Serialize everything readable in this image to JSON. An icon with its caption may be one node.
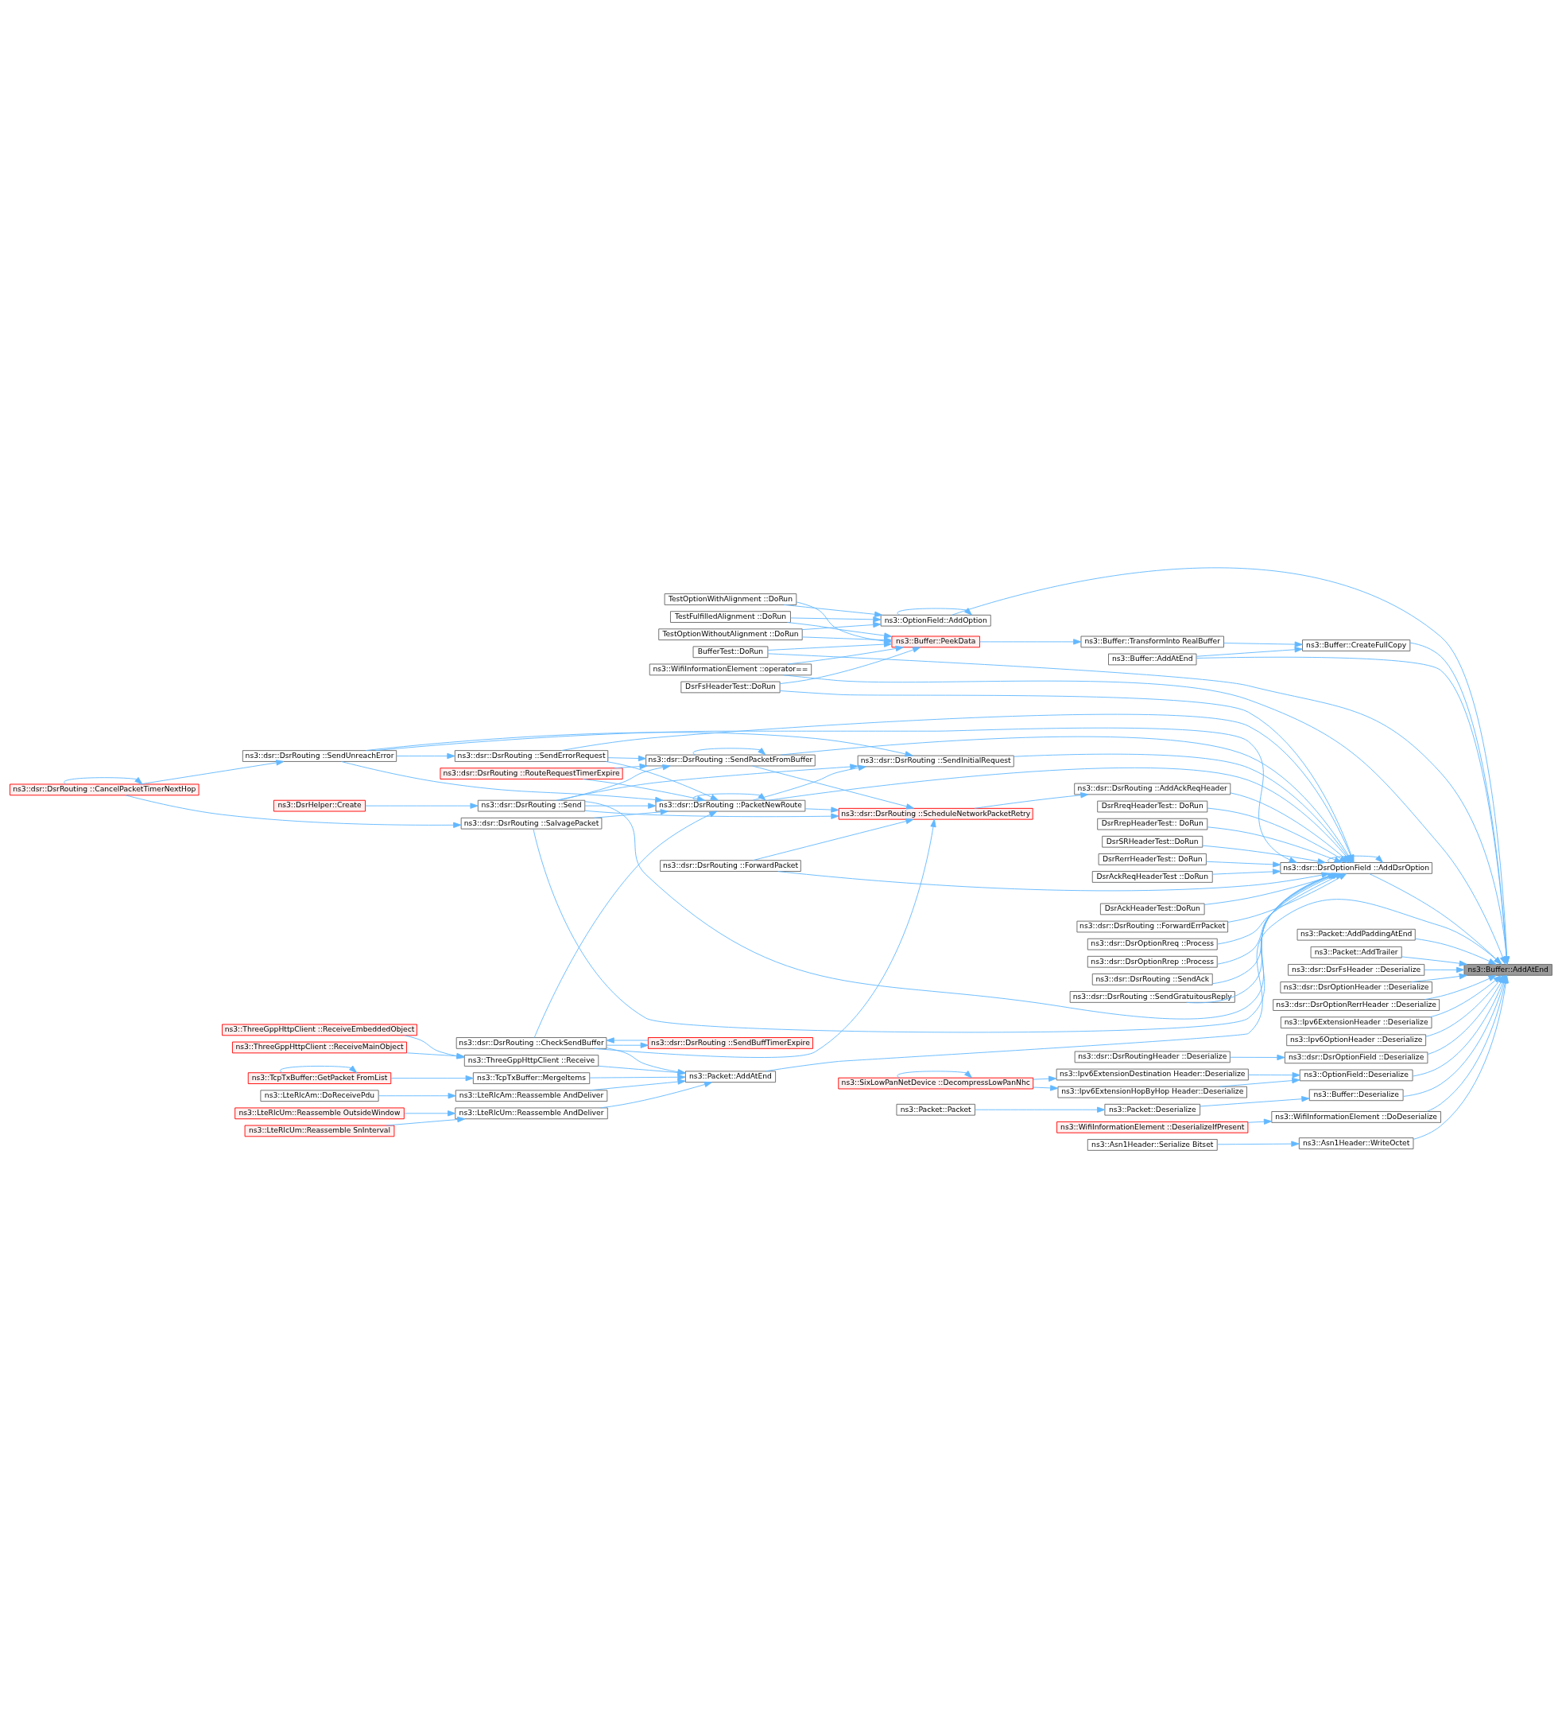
{
  "diagram": {
    "nodes": [
      {
        "text": [
          "ns3::Buffer::AddAtEnd"
        ]
      },
      {
        "text": [
          "ns3::OptionField::AddOption"
        ]
      },
      {
        "text": [
          "TestFulfilledAlignment ::DoRun"
        ]
      },
      {
        "text": [
          "TestOptionWithoutAlignment ::DoRun"
        ]
      },
      {
        "text": [
          "TestOptionWithAlignment ::DoRun"
        ]
      },
      {
        "text": [
          "ns3::Buffer::PeekData"
        ]
      },
      {
        "text": [
          "BufferTest::DoRun"
        ]
      },
      {
        "text": [
          "ns3::WifiInformationElement ::operator=="
        ]
      },
      {
        "text": [
          "DsrFsHeaderTest::DoRun"
        ]
      },
      {
        "text": [
          "ns3::Buffer::AddAtEnd"
        ]
      },
      {
        "text": [
          "ns3::Buffer::TransformInto RealBuffer"
        ]
      },
      {
        "text": [
          "ns3::Buffer::CreateFullCopy"
        ]
      },
      {
        "text": [
          "ns3::dsr::DsrOptionField ::AddDsrOption"
        ]
      },
      {
        "text": [
          "DsrAckHeaderTest::DoRun"
        ]
      },
      {
        "text": [
          "ns3::dsr::DsrRouting ::ForwardErrPacket"
        ]
      },
      {
        "text": [
          "ns3::dsr::DsrOptionRreq ::Process"
        ]
      },
      {
        "text": [
          "ns3::dsr::DsrOptionRrep ::Process"
        ]
      },
      {
        "text": [
          "ns3::dsr::DsrRouting ::SendAck"
        ]
      },
      {
        "text": [
          "ns3::dsr::DsrRouting ::SendGratuitousReply"
        ]
      },
      {
        "text": [
          "ns3::dsr::DsrRouting ::CancelPacketTimerNextHop"
        ]
      },
      {
        "text": [
          "ns3::dsr::DsrRouting ::SendUnreachError"
        ]
      },
      {
        "text": [
          "ns3::dsr::DsrRouting ::SendErrorRequest"
        ]
      },
      {
        "text": [
          "ns3::dsr::DsrRouting ::RouteRequestTimerExpire"
        ]
      },
      {
        "text": [
          "ns3::dsr::DsrRouting ::SendPacketFromBuffer"
        ]
      },
      {
        "text": [
          "ns3::dsr::DsrRouting ::PacketNewRoute"
        ]
      },
      {
        "text": [
          "ns3::DsrHelper::Create"
        ]
      },
      {
        "text": [
          "ns3::dsr::DsrRouting ::Send"
        ]
      },
      {
        "text": [
          "ns3::dsr::DsrRouting ::SendInitialRequest"
        ]
      },
      {
        "text": [
          "ns3::dsr::DsrRouting ::SalvagePacket"
        ]
      },
      {
        "text": [
          "ns3::dsr::DsrRouting ::ScheduleNetworkPacketRetry"
        ]
      },
      {
        "text": [
          "ns3::dsr::DsrRouting ::AddAckReqHeader"
        ]
      },
      {
        "text": [
          "ns3::dsr::DsrRouting ::SendBuffTimerExpire"
        ]
      },
      {
        "text": [
          "ns3::dsr::DsrRouting ::CheckSendBuffer"
        ]
      },
      {
        "text": [
          "ns3::dsr::DsrRouting ::ForwardPacket"
        ]
      },
      {
        "text": [
          "DsrRreqHeaderTest:: DoRun"
        ]
      },
      {
        "text": [
          "DsrRrepHeaderTest:: DoRun"
        ]
      },
      {
        "text": [
          "DsrSRHeaderTest::DoRun"
        ]
      },
      {
        "text": [
          "DsrRerrHeaderTest:: DoRun"
        ]
      },
      {
        "text": [
          "DsrAckReqHeaderTest ::DoRun"
        ]
      },
      {
        "text": [
          "ns3::Packet::AddAtEnd"
        ]
      },
      {
        "text": [
          "ns3::Packet::AddPaddingAtEnd"
        ]
      },
      {
        "text": [
          "ns3::Packet::AddTrailer"
        ]
      },
      {
        "text": [
          "ns3::dsr::DsrFsHeader ::Deserialize"
        ]
      },
      {
        "text": [
          "ns3::dsr::DsrOptionHeader ::Deserialize"
        ]
      },
      {
        "text": [
          "ns3::dsr::DsrOptionRerrHeader ::Deserialize"
        ]
      },
      {
        "text": [
          "ns3::Ipv6ExtensionHeader ::Deserialize"
        ]
      },
      {
        "text": [
          "ns3::Ipv6OptionHeader ::Deserialize"
        ]
      },
      {
        "text": [
          "ns3::dsr::DsrRoutingHeader ::Deserialize"
        ]
      },
      {
        "text": [
          "ns3::dsr::DsrOptionField ::Deserialize"
        ]
      },
      {
        "text": [
          "ns3::ThreeGppHttpClient ::ReceiveMainObject"
        ]
      },
      {
        "text": [
          "ns3::ThreeGppHttpClient ::ReceiveEmbeddedObject"
        ]
      },
      {
        "text": [
          "ns3::ThreeGppHttpClient ::Receive"
        ]
      },
      {
        "text": [
          "ns3::TcpTxBuffer::GetPacket FromList"
        ]
      },
      {
        "text": [
          "ns3::TcpTxBuffer::MergeItems"
        ]
      },
      {
        "text": [
          "ns3::LteRlcAm::DoReceivePdu"
        ]
      },
      {
        "text": [
          "ns3::LteRlcAm::Reassemble AndDeliver"
        ]
      },
      {
        "text": [
          "ns3::LteRlcUm::Reassemble SnInterval"
        ]
      },
      {
        "text": [
          "ns3::LteRlcUm::Reassemble OutsideWindow"
        ]
      },
      {
        "text": [
          "ns3::LteRlcUm::Reassemble AndDeliver"
        ]
      },
      {
        "text": [
          "ns3::SixLowPanNetDevice ::DecompressLowPanNhc"
        ]
      },
      {
        "text": [
          "ns3::Ipv6ExtensionHopByHop Header::Deserialize"
        ]
      },
      {
        "text": [
          "ns3::Ipv6ExtensionDestination Header::Deserialize"
        ]
      },
      {
        "text": [
          "ns3::OptionField::Deserialize"
        ]
      },
      {
        "text": [
          "ns3::Packet::Packet"
        ]
      },
      {
        "text": [
          "ns3::Packet::Deserialize"
        ]
      },
      {
        "text": [
          "ns3::Buffer::Deserialize"
        ]
      },
      {
        "text": [
          "ns3::WifiInformationElement ::DeserializeIfPresent"
        ]
      },
      {
        "text": [
          "ns3::WifiInformationElement ::DoDeserialize"
        ]
      },
      {
        "text": [
          "ns3::Asn1Header::Serialize Bitset"
        ]
      },
      {
        "text": [
          "ns3::Asn1Header::WriteOctet"
        ]
      }
    ],
    "edges": [
      {
        "from": 1,
        "to": 0,
        "arrow": "to"
      },
      {
        "from": 9,
        "to": 0,
        "arrow": "to"
      },
      {
        "from": 11,
        "to": 0,
        "arrow": "to"
      },
      {
        "from": 6,
        "to": 0,
        "arrow": "to"
      },
      {
        "from": 7,
        "to": 0,
        "arrow": "to"
      },
      {
        "from": 12,
        "to": 0,
        "arrow": "to"
      },
      {
        "from": 39,
        "to": 0,
        "arrow": "to"
      },
      {
        "from": 40,
        "to": 0,
        "arrow": "to"
      },
      {
        "from": 41,
        "to": 0,
        "arrow": "to"
      },
      {
        "from": 42,
        "to": 0,
        "arrow": "to"
      },
      {
        "from": 43,
        "to": 0,
        "arrow": "to"
      },
      {
        "from": 44,
        "to": 0,
        "arrow": "to"
      },
      {
        "from": 45,
        "to": 0,
        "arrow": "to"
      },
      {
        "from": 46,
        "to": 0,
        "arrow": "to"
      },
      {
        "from": 48,
        "to": 0,
        "arrow": "to"
      },
      {
        "from": 62,
        "to": 0,
        "arrow": "to"
      },
      {
        "from": 65,
        "to": 0,
        "arrow": "to"
      },
      {
        "from": 67,
        "to": 0,
        "arrow": "to"
      },
      {
        "from": 69,
        "to": 0,
        "arrow": "to"
      },
      {
        "from": 1,
        "to": 1,
        "arrow": "to"
      },
      {
        "from": 2,
        "to": 1,
        "arrow": "to"
      },
      {
        "from": 3,
        "to": 1,
        "arrow": "to"
      },
      {
        "from": 4,
        "to": 1,
        "arrow": "to"
      },
      {
        "from": 2,
        "to": 5,
        "arrow": "to"
      },
      {
        "from": 3,
        "to": 5,
        "arrow": "to"
      },
      {
        "from": 4,
        "to": 5,
        "arrow": "to"
      },
      {
        "from": 6,
        "to": 5,
        "arrow": "to"
      },
      {
        "from": 7,
        "to": 5,
        "arrow": "to"
      },
      {
        "from": 8,
        "to": 5,
        "arrow": "to"
      },
      {
        "from": 5,
        "to": 10,
        "arrow": "to"
      },
      {
        "from": 10,
        "to": 11,
        "arrow": "to"
      },
      {
        "from": 9,
        "to": 11,
        "arrow": "to"
      },
      {
        "from": 8,
        "to": 12,
        "arrow": "to"
      },
      {
        "from": 12,
        "to": 12,
        "arrow": "to"
      },
      {
        "from": 13,
        "to": 12,
        "arrow": "to"
      },
      {
        "from": 14,
        "to": 12,
        "arrow": "to"
      },
      {
        "from": 15,
        "to": 12,
        "arrow": "to"
      },
      {
        "from": 16,
        "to": 12,
        "arrow": "to"
      },
      {
        "from": 17,
        "to": 12,
        "arrow": "to"
      },
      {
        "from": 18,
        "to": 12,
        "arrow": "to"
      },
      {
        "from": 19,
        "to": 19,
        "arrow": "to"
      },
      {
        "from": 19,
        "to": 20,
        "arrow": "to"
      },
      {
        "from": 19,
        "to": 28,
        "arrow": "to"
      },
      {
        "from": 20,
        "to": 21,
        "arrow": "to"
      },
      {
        "from": 20,
        "to": 24,
        "arrow": "to"
      },
      {
        "from": 20,
        "to": 27,
        "arrow": "to"
      },
      {
        "from": 20,
        "to": 12,
        "arrow": "to"
      },
      {
        "from": 21,
        "to": 23,
        "arrow": "to"
      },
      {
        "from": 21,
        "to": 24,
        "arrow": "to"
      },
      {
        "from": 21,
        "to": 12,
        "arrow": "to"
      },
      {
        "from": 22,
        "to": 23,
        "arrow": "to"
      },
      {
        "from": 22,
        "to": 24,
        "arrow": "to"
      },
      {
        "from": 23,
        "to": 23,
        "arrow": "to"
      },
      {
        "from": 23,
        "to": 12,
        "arrow": "to"
      },
      {
        "from": 23,
        "to": 29,
        "arrow": "to"
      },
      {
        "from": 24,
        "to": 24,
        "arrow": "to"
      },
      {
        "from": 24,
        "to": 27,
        "arrow": "to"
      },
      {
        "from": 24,
        "to": 12,
        "arrow": "to"
      },
      {
        "from": 24,
        "to": 29,
        "arrow": "to"
      },
      {
        "from": 25,
        "to": 26,
        "arrow": "to"
      },
      {
        "from": 26,
        "to": 23,
        "arrow": "to"
      },
      {
        "from": 26,
        "to": 24,
        "arrow": "to"
      },
      {
        "from": 26,
        "to": 27,
        "arrow": "to"
      },
      {
        "from": 26,
        "to": 12,
        "arrow": "to"
      },
      {
        "from": 26,
        "to": 29,
        "arrow": "to"
      },
      {
        "from": 27,
        "to": 12,
        "arrow": "to"
      },
      {
        "from": 28,
        "to": 24,
        "arrow": "to"
      },
      {
        "from": 28,
        "to": 12,
        "arrow": "to"
      },
      {
        "from": 29,
        "to": 30,
        "arrow": "to"
      },
      {
        "from": 30,
        "to": 12,
        "arrow": "to"
      },
      {
        "from": 31,
        "to": 32,
        "arrow": "to"
      },
      {
        "from": 32,
        "to": 31,
        "arrow": "to"
      },
      {
        "from": 32,
        "to": 24,
        "arrow": "to"
      },
      {
        "from": 32,
        "to": 29,
        "arrow": "to"
      },
      {
        "from": 32,
        "to": 39,
        "arrow": "to"
      },
      {
        "from": 33,
        "to": 29,
        "arrow": "to"
      },
      {
        "from": 33,
        "to": 12,
        "arrow": "to"
      },
      {
        "from": 34,
        "to": 12,
        "arrow": "to"
      },
      {
        "from": 35,
        "to": 12,
        "arrow": "to"
      },
      {
        "from": 36,
        "to": 12,
        "arrow": "to"
      },
      {
        "from": 37,
        "to": 12,
        "arrow": "to"
      },
      {
        "from": 38,
        "to": 12,
        "arrow": "to"
      },
      {
        "from": 49,
        "to": 51,
        "arrow": "to"
      },
      {
        "from": 50,
        "to": 51,
        "arrow": "to"
      },
      {
        "from": 51,
        "to": 39,
        "arrow": "to"
      },
      {
        "from": 52,
        "to": 52,
        "arrow": "to"
      },
      {
        "from": 52,
        "to": 53,
        "arrow": "to"
      },
      {
        "from": 53,
        "to": 39,
        "arrow": "to"
      },
      {
        "from": 54,
        "to": 55,
        "arrow": "to"
      },
      {
        "from": 55,
        "to": 39,
        "arrow": "to"
      },
      {
        "from": 56,
        "to": 58,
        "arrow": "to"
      },
      {
        "from": 57,
        "to": 58,
        "arrow": "to"
      },
      {
        "from": 58,
        "to": 39,
        "arrow": "to"
      },
      {
        "from": 47,
        "to": 48,
        "arrow": "to"
      },
      {
        "from": 59,
        "to": 59,
        "arrow": "to"
      },
      {
        "from": 59,
        "to": 60,
        "arrow": "to"
      },
      {
        "from": 59,
        "to": 61,
        "arrow": "to"
      },
      {
        "from": 60,
        "to": 62,
        "arrow": "to"
      },
      {
        "from": 61,
        "to": 62,
        "arrow": "to"
      },
      {
        "from": 63,
        "to": 64,
        "arrow": "to"
      },
      {
        "from": 64,
        "to": 65,
        "arrow": "to"
      },
      {
        "from": 66,
        "to": 67,
        "arrow": "to"
      },
      {
        "from": 68,
        "to": 69,
        "arrow": "to"
      }
    ]
  }
}
